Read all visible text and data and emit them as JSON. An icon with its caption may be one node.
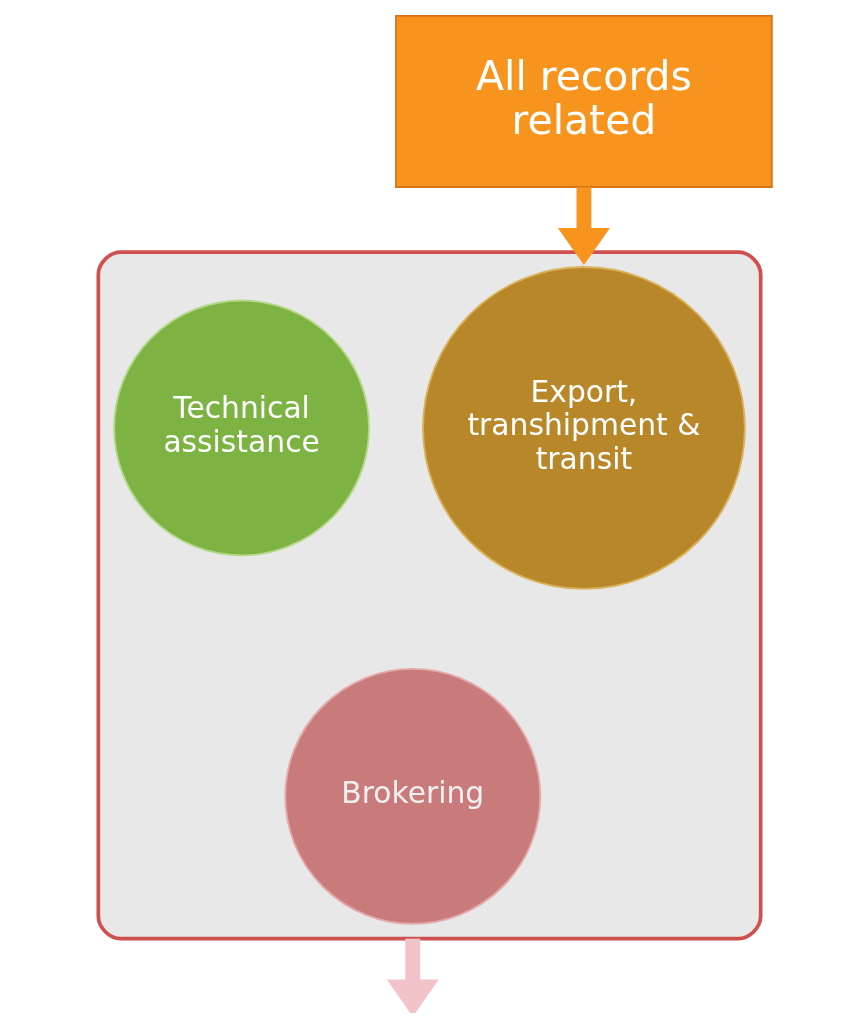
{
  "diagram": {
    "nodes": [
      {
        "text": [
          "All records related"
        ]
      },
      {
        "text": [],
        "shape": "funnel"
      },
      {
        "text": [
          "Export, transhipment & transit"
        ],
        "in": 1
      },
      {
        "text": [
          "Technical assistance"
        ],
        "in": 1
      },
      {
        "text": [
          "Brokering"
        ],
        "in": 1
      }
    ],
    "edges": [
      {
        "from": 0,
        "to": 1,
        "arrow": "to",
        "color": "#f7941d"
      },
      {
        "from": 1,
        "to": null,
        "arrow": "to",
        "color": "#f2c4c9"
      }
    ]
  }
}
